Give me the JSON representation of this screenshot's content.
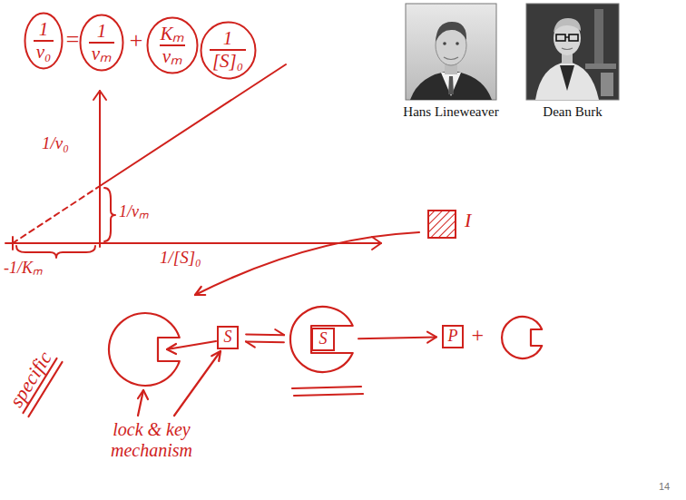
{
  "diagram": {
    "nodes": [
      {
        "text": [
          "1",
          "v₀"
        ]
      },
      {
        "text": [
          "1",
          "vₘ"
        ]
      },
      {
        "text": [
          "Kₘ",
          "vₘ"
        ]
      },
      {
        "text": [
          "1",
          "[S]₀"
        ]
      },
      {
        "text": [
          "Hans Lineweaver"
        ]
      },
      {
        "text": [
          "Dean Burk"
        ]
      },
      {
        "text": [
          "I"
        ]
      },
      {
        "text": [
          "S"
        ]
      },
      {
        "text": [
          "S"
        ]
      },
      {
        "text": [
          "P"
        ]
      }
    ],
    "edges": [
      {
        "from": 7,
        "to": 8,
        "arrow": "both"
      },
      {
        "from": 8,
        "to": 9,
        "arrow": "to"
      }
    ],
    "labels": [
      "=",
      "+",
      "1/v₀",
      "1/vₘ",
      "-1/Kₘ",
      "1/[S]₀",
      "specific",
      "lock & key mechanism",
      "+",
      "14"
    ]
  }
}
